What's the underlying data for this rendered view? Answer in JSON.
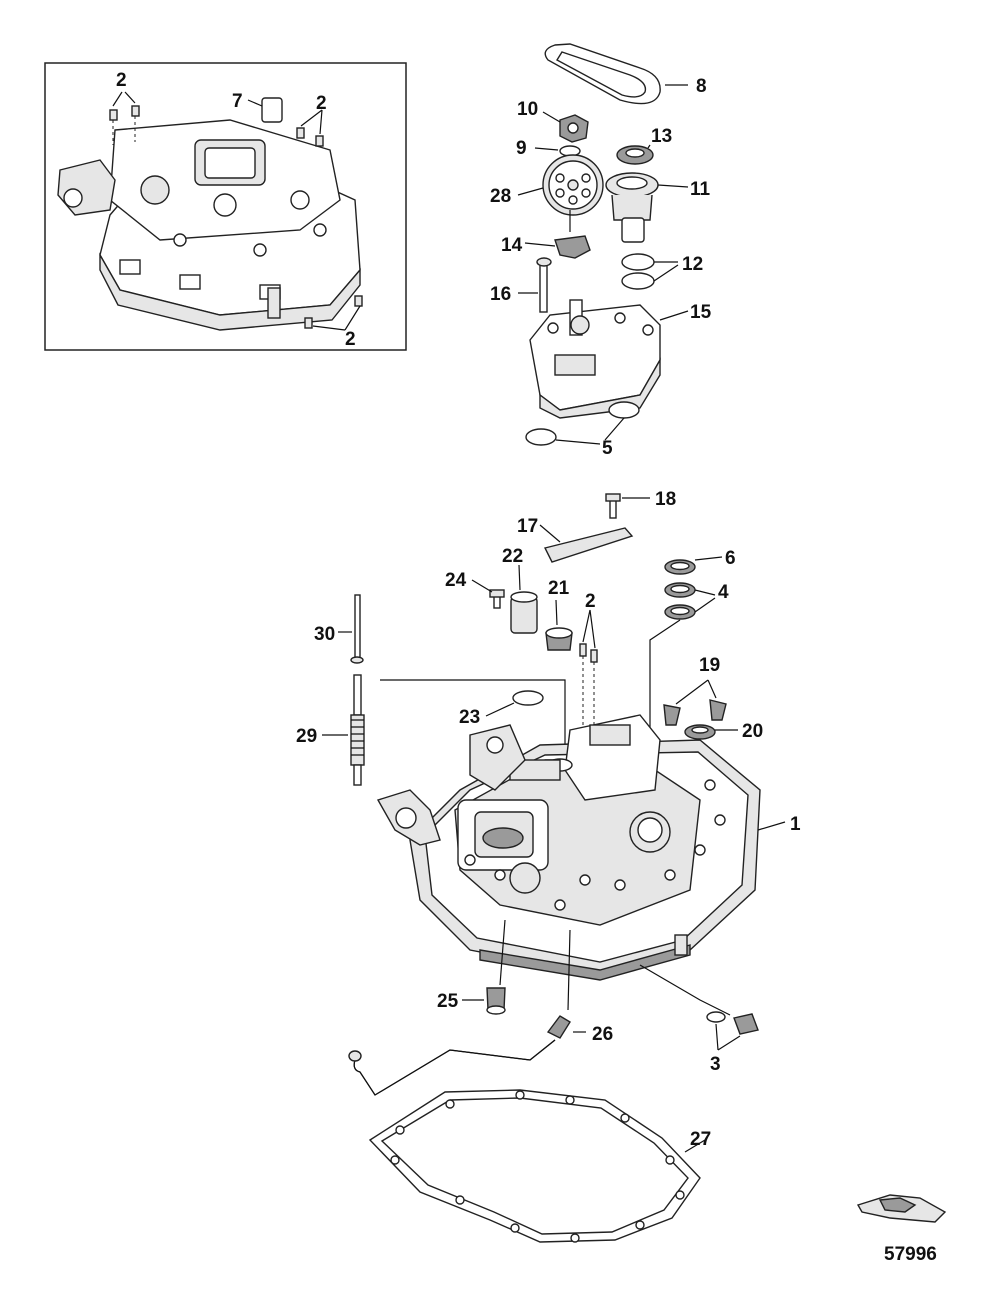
{
  "diagram": {
    "type": "exploded-parts-diagram",
    "figure_number": "57996",
    "callouts": {
      "c1": "1",
      "c2_inset_a": "2",
      "c2_inset_b": "2",
      "c2_inset_c": "2",
      "c2_main": "2",
      "c3": "3",
      "c4": "4",
      "c5": "5",
      "c6": "6",
      "c7": "7",
      "c8": "8",
      "c9": "9",
      "c10": "10",
      "c11": "11",
      "c12": "12",
      "c13": "13",
      "c14": "14",
      "c15": "15",
      "c16": "16",
      "c17": "17",
      "c18": "18",
      "c19": "19",
      "c20": "20",
      "c21": "21",
      "c22": "22",
      "c23": "23",
      "c24": "24",
      "c25": "25",
      "c26": "26",
      "c27": "27",
      "c28": "28",
      "c29": "29",
      "c30": "30"
    }
  }
}
